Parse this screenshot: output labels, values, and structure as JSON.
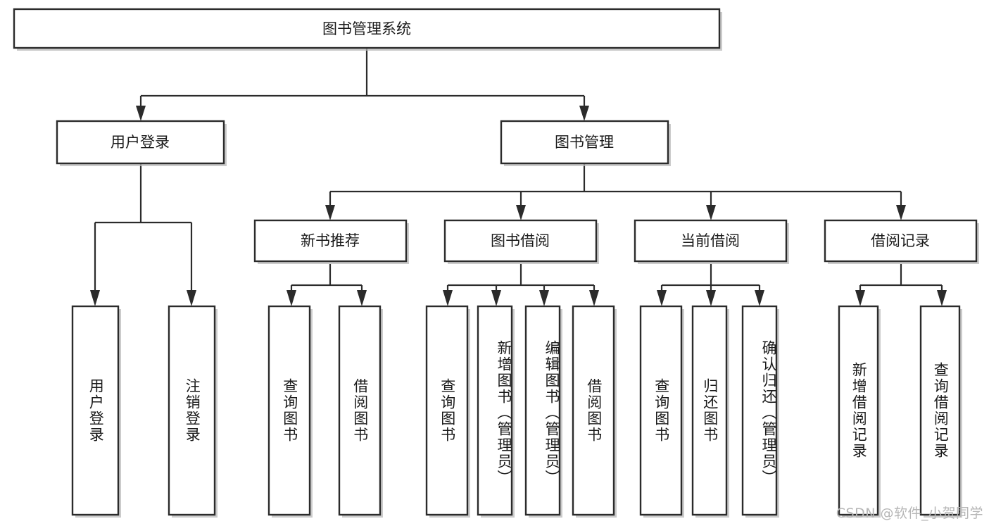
{
  "diagram": {
    "type": "tree-hierarchy",
    "title": "图书管理系统",
    "orientation": "top-down",
    "colors": {
      "box_fill": "#ffffff",
      "box_stroke": "#2b2b2b",
      "shadow": "#b9b9b9",
      "text": "#1a1a1a",
      "watermark": "#b6b6b6"
    },
    "root": {
      "label": "图书管理系统"
    },
    "level2": [
      {
        "label": "用户登录"
      },
      {
        "label": "图书管理"
      }
    ],
    "level3": [
      {
        "label": "新书推荐"
      },
      {
        "label": "图书借阅"
      },
      {
        "label": "当前借阅"
      },
      {
        "label": "借阅记录"
      }
    ],
    "leaves": {
      "user_login": [
        {
          "label": "用户登录"
        },
        {
          "label": "注销登录"
        }
      ],
      "new_book_recommend": [
        {
          "label": "查询图书"
        },
        {
          "label": "借阅图书"
        }
      ],
      "book_borrow": [
        {
          "label": "查询图书"
        },
        {
          "label": "新增图书（管理员）"
        },
        {
          "label": "编辑图书（管理员）"
        },
        {
          "label": "借阅图书"
        }
      ],
      "current_borrow": [
        {
          "label": "查询图书"
        },
        {
          "label": "归还图书"
        },
        {
          "label": "确认归还（管理员）"
        }
      ],
      "borrow_record": [
        {
          "label": "新增借阅记录"
        },
        {
          "label": "查询借阅记录"
        }
      ]
    }
  },
  "watermark": {
    "text": "CSDN @软件_小贺同学"
  }
}
